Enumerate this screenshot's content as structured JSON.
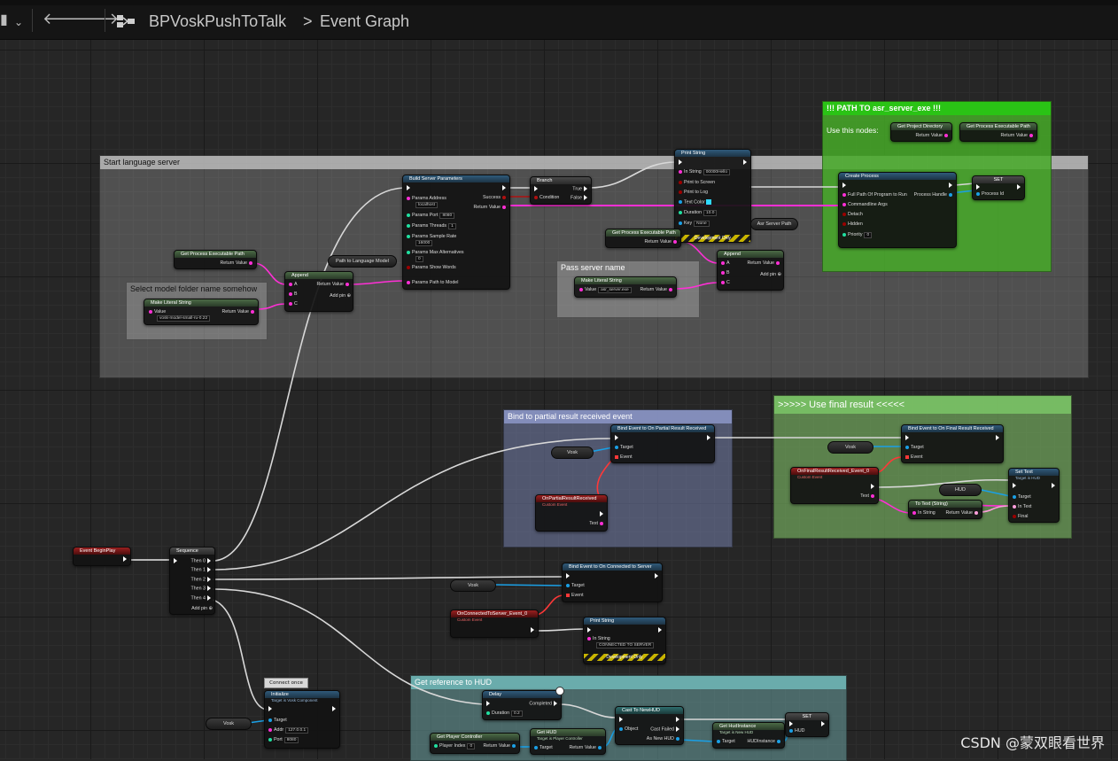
{
  "breadcrumb": {
    "blueprint": "BPVoskPushToTalk",
    "separator": ">",
    "graph": "Event Graph"
  },
  "comments": {
    "start_server": "Start language server",
    "select_model": "Select model folder name somehow",
    "pass_server_name": "Pass server name",
    "path_to_exe": "!!! PATH TO asr_server_exe !!!",
    "use_nodes": "Use this nodes:",
    "bind_partial": "Bind to partial result received event",
    "use_final": ">>>>>  Use final result  <<<<<",
    "get_hud": "Get reference to HUD"
  },
  "nodes": {
    "get_exe_path_1": {
      "title": "Get Process Executable Path",
      "return": "Return Value"
    },
    "make_literal_1": {
      "title": "Make Literal String",
      "value_label": "Value",
      "value": "vosk-model-small-ru-0.22",
      "return": "Return Value"
    },
    "append_1": {
      "title": "Append",
      "a": "A",
      "b": "B",
      "c": "C",
      "ret": "Return Value",
      "add": "Add pin"
    },
    "path_to_model": "Path to Language Model",
    "build_params": {
      "title": "Build Server Parameters",
      "addr": "Params Address",
      "addr_val": "localhost",
      "port": "Params Port",
      "port_val": "8080",
      "threads": "Params Threads",
      "threads_val": "1",
      "rate": "Params Sample Rate",
      "rate_val": "16000",
      "maxalt": "Params Max Alternatives",
      "maxalt_val": "0",
      "words": "Params Show Words",
      "model": "Params Path to Model",
      "success": "Success",
      "ret": "Return Value"
    },
    "branch": {
      "title": "Branch",
      "cond": "Condition",
      "t": "True",
      "f": "False"
    },
    "print_1": {
      "title": "Print String",
      "instr": "In String",
      "instr_val": "00000Hello",
      "screen": "Print to Screen",
      "log": "Print to Log",
      "color": "Text Color",
      "dur": "Duration",
      "dur_val": "10.0",
      "key": "Key",
      "key_val": "None",
      "dev": "Development Only"
    },
    "get_exe_path_2": {
      "title": "Get Process Executable Path",
      "return": "Return Value"
    },
    "asr_server_path": "Asr Server Path",
    "make_literal_2": {
      "title": "Make Literal String",
      "value_label": "Value",
      "value": "asr_server.exe",
      "return": "Return Value"
    },
    "append_2": {
      "title": "Append",
      "a": "A",
      "b": "B",
      "c": "C",
      "ret": "Return Value",
      "add": "Add pin"
    },
    "create_process": {
      "title": "Create Process",
      "full": "Full Path Of Program to Run",
      "cmd": "Commandline Args",
      "detach": "Detach",
      "hidden": "Hidden",
      "prio": "Priority",
      "prio_val": "0",
      "handle": "Process Handle"
    },
    "set_pid": {
      "title": "SET",
      "pid": "Process Id"
    },
    "get_proj_dir": {
      "title": "Get Project Directory",
      "return": "Return Value"
    },
    "get_exe_path_3": {
      "title": "Get Process Executable Path",
      "return": "Return Value"
    },
    "bind_partial": {
      "title": "Bind Event to On Partial Result Received",
      "target": "Target",
      "event": "Event"
    },
    "vosk_1": "Vosk",
    "on_partial": {
      "title": "OnPartialResultReceived",
      "sub": "Custom Event",
      "text": "Text"
    },
    "bind_final": {
      "title": "Bind Event to On Final Result Received",
      "target": "Target",
      "event": "Event"
    },
    "vosk_2": "Vosk",
    "on_final": {
      "title": "OnFinalResultReceived_Event_0",
      "sub": "Custom Event",
      "text": "Text"
    },
    "hud_1": "HUD",
    "set_text": {
      "title": "Set Text",
      "sub": "Target is HUD",
      "target": "Target",
      "intext": "In Text",
      "final": "Final"
    },
    "to_text": {
      "title": "To Text (String)",
      "instr": "In String",
      "ret": "Return Value"
    },
    "event_begin": "Event BeginPlay",
    "sequence": {
      "title": "Sequence",
      "then0": "Then 0",
      "then1": "Then 1",
      "then2": "Then 2",
      "then3": "Then 3",
      "then4": "Then 4",
      "add": "Add pin"
    },
    "bind_connected": {
      "title": "Bind Event to On Connected to Server",
      "target": "Target",
      "event": "Event"
    },
    "vosk_3": "Vosk",
    "on_connected": {
      "title": "OnConnectedToServer_Event_0",
      "sub": "Custom Event"
    },
    "print_2": {
      "title": "Print String",
      "instr": "In String",
      "instr_val": "CONNECTED TO SERVER",
      "dev": "Development Only"
    },
    "connect_once": "Connect once",
    "initialize": {
      "title": "Initialize",
      "sub": "Target is Vosk Component",
      "target": "Target",
      "addr": "Addr",
      "addr_val": "127.0.0.1",
      "port": "Port",
      "port_val": "8080"
    },
    "vosk_4": "Vosk",
    "delay": {
      "title": "Delay",
      "dur": "Duration",
      "dur_val": "0.2",
      "completed": "Completed"
    },
    "cast_hud": {
      "title": "Cast To NewHUD",
      "obj": "Object",
      "failed": "Cast Failed",
      "asnew": "As New HUD"
    },
    "set_hud": {
      "title": "SET",
      "hud": "HUD"
    },
    "get_player_ctrl": {
      "title": "Get Player Controller",
      "index": "Player Index",
      "index_val": "0",
      "ret": "Return Value"
    },
    "get_hud": {
      "title": "Get HUD",
      "sub": "Target is Player Controller",
      "target": "Target",
      "ret": "Return Value"
    },
    "get_hud_inst": {
      "title": "Get HudInstance",
      "sub": "Target is New HUD",
      "target": "Target",
      "inst": "HUDInstance"
    }
  },
  "watermark": "CSDN @蒙双眼看世界",
  "colors": {
    "exec": "#ffffff",
    "string": "#ff2fd6",
    "bool": "#9b0000",
    "object": "#00a8f0",
    "delegate": "#ff3838",
    "int": "#20e0a0"
  }
}
